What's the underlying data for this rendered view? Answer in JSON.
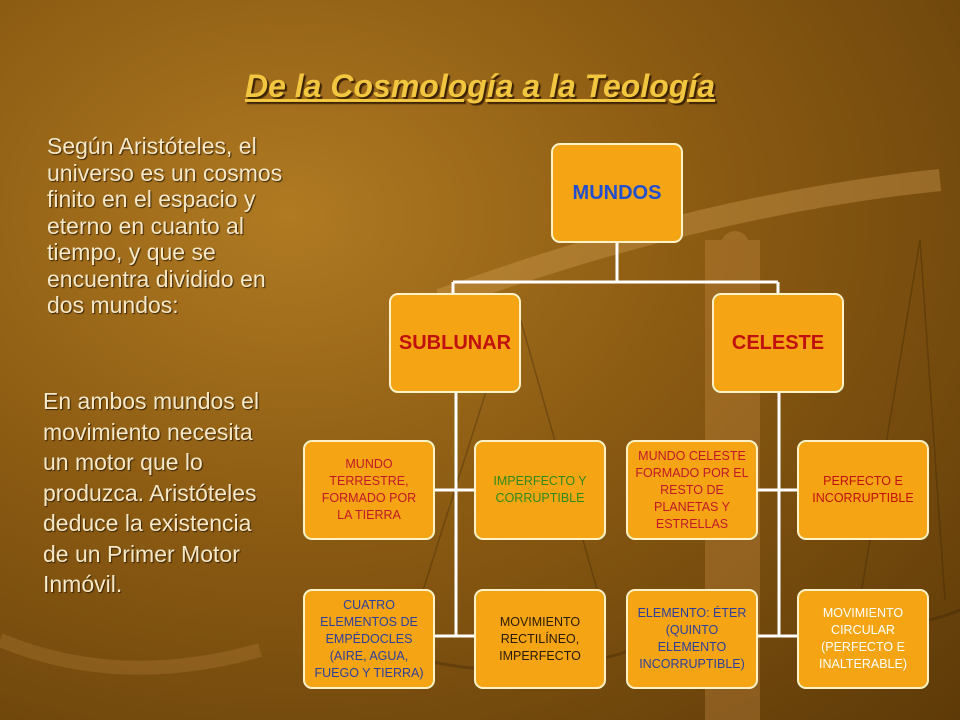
{
  "slide": {
    "title": "De la Cosmología a la Teología",
    "paragraph1": "Según Aristóteles, el universo es un cosmos finito en el espacio y eterno en cuanto al tiempo, y que se encuentra dividido en dos mundos:",
    "paragraph2": "En ambos mundos el movimiento necesita un motor que lo produzca. Aristóteles deduce la existencia de un Primer Motor Inmóvil."
  },
  "diagram": {
    "root": "MUNDOS",
    "sublunar": {
      "label": "SUBLUNAR",
      "mundo": "MUNDO TERRESTRE, FORMADO POR LA TIERRA",
      "cualidad": "IMPERFECTO Y CORRUPTIBLE",
      "elementos": "CUATRO ELEMENTOS DE EMPÉDOCLES (AIRE, AGUA, FUEGO Y TIERRA)",
      "movimiento": "MOVIMIENTO RECTILÍNEO, IMPERFECTO"
    },
    "celeste": {
      "label": "CELESTE",
      "mundo": "MUNDO CELESTE FORMADO POR EL RESTO DE PLANETAS Y ESTRELLAS",
      "cualidad": "PERFECTO E INCORRUPTIBLE",
      "elemento": "ELEMENTO: ÉTER (QUINTO ELEMENTO INCORRUPTIBLE)",
      "movimiento": "MOVIMIENTO CIRCULAR (PERFECTO E INALTERABLE)"
    }
  },
  "colors": {
    "box_fill": "#f5a513",
    "title": "#f3c640",
    "root_text": "#1f4fcf",
    "sublunar_text": "#c01010",
    "celeste_text": "#c01010",
    "red_text": "#c0182a",
    "green_text": "#2f8a1e",
    "blue_text": "#2c3f9e",
    "dark_text": "#2a1a08",
    "white_text": "#ffffff"
  }
}
